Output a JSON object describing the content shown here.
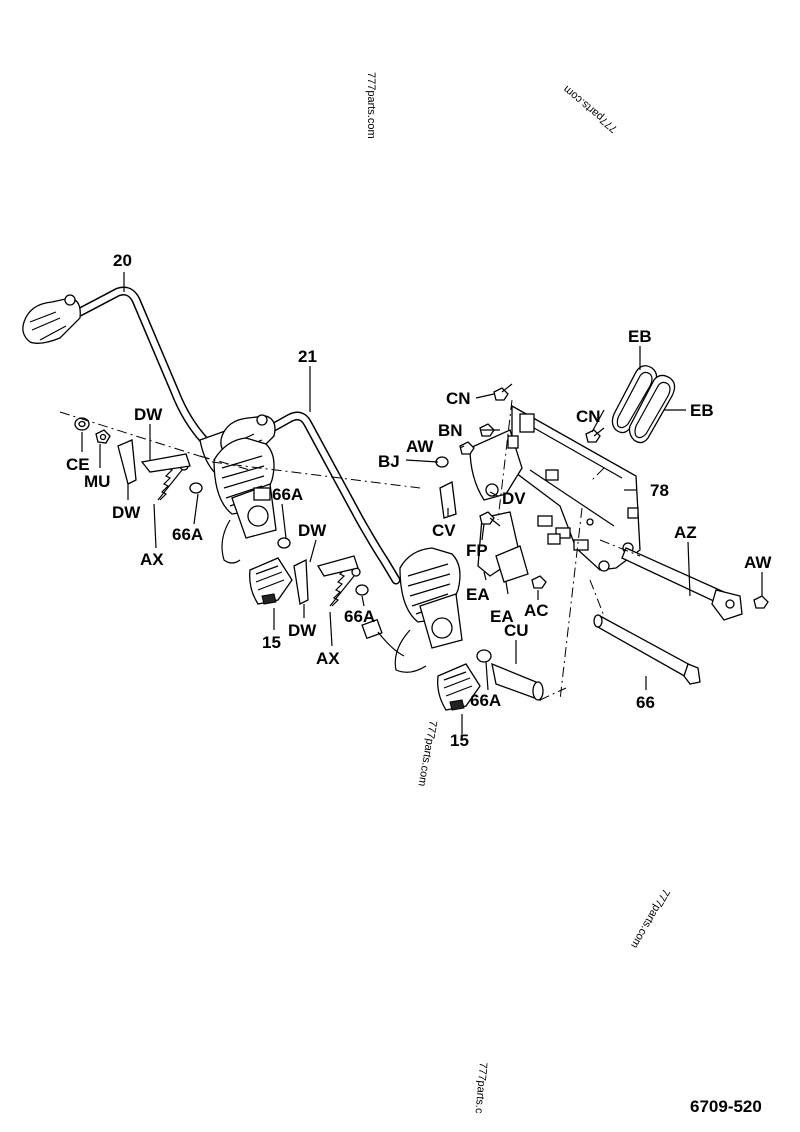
{
  "labels": {
    "l20": "20",
    "l21": "21",
    "eb1": "EB",
    "eb2": "EB",
    "cn1": "CN",
    "cn2": "CN",
    "bn": "BN",
    "aw1": "AW",
    "bj": "BJ",
    "dv": "DV",
    "l78": "78",
    "cv": "CV",
    "fp": "FP",
    "ea1": "EA",
    "ea2": "EA",
    "ac": "AC",
    "az": "AZ",
    "aw2": "AW",
    "cu": "CU",
    "l66": "66",
    "ce": "CE",
    "mu": "MU",
    "dw1": "DW",
    "dw2": "DW",
    "dw3": "DW",
    "dw4": "DW",
    "ax1": "AX",
    "ax2": "AX",
    "a66_1": "66A",
    "a66_2": "66A",
    "a66_3": "66A",
    "a66_4": "66A",
    "l15a": "15",
    "l15b": "15"
  },
  "watermarks": {
    "w1": "777parts.com",
    "w2": "777parts.com",
    "w3": "777parts.com",
    "w4": "777parts.com",
    "w5": "777parts.c"
  },
  "figure_number": "6709-520"
}
